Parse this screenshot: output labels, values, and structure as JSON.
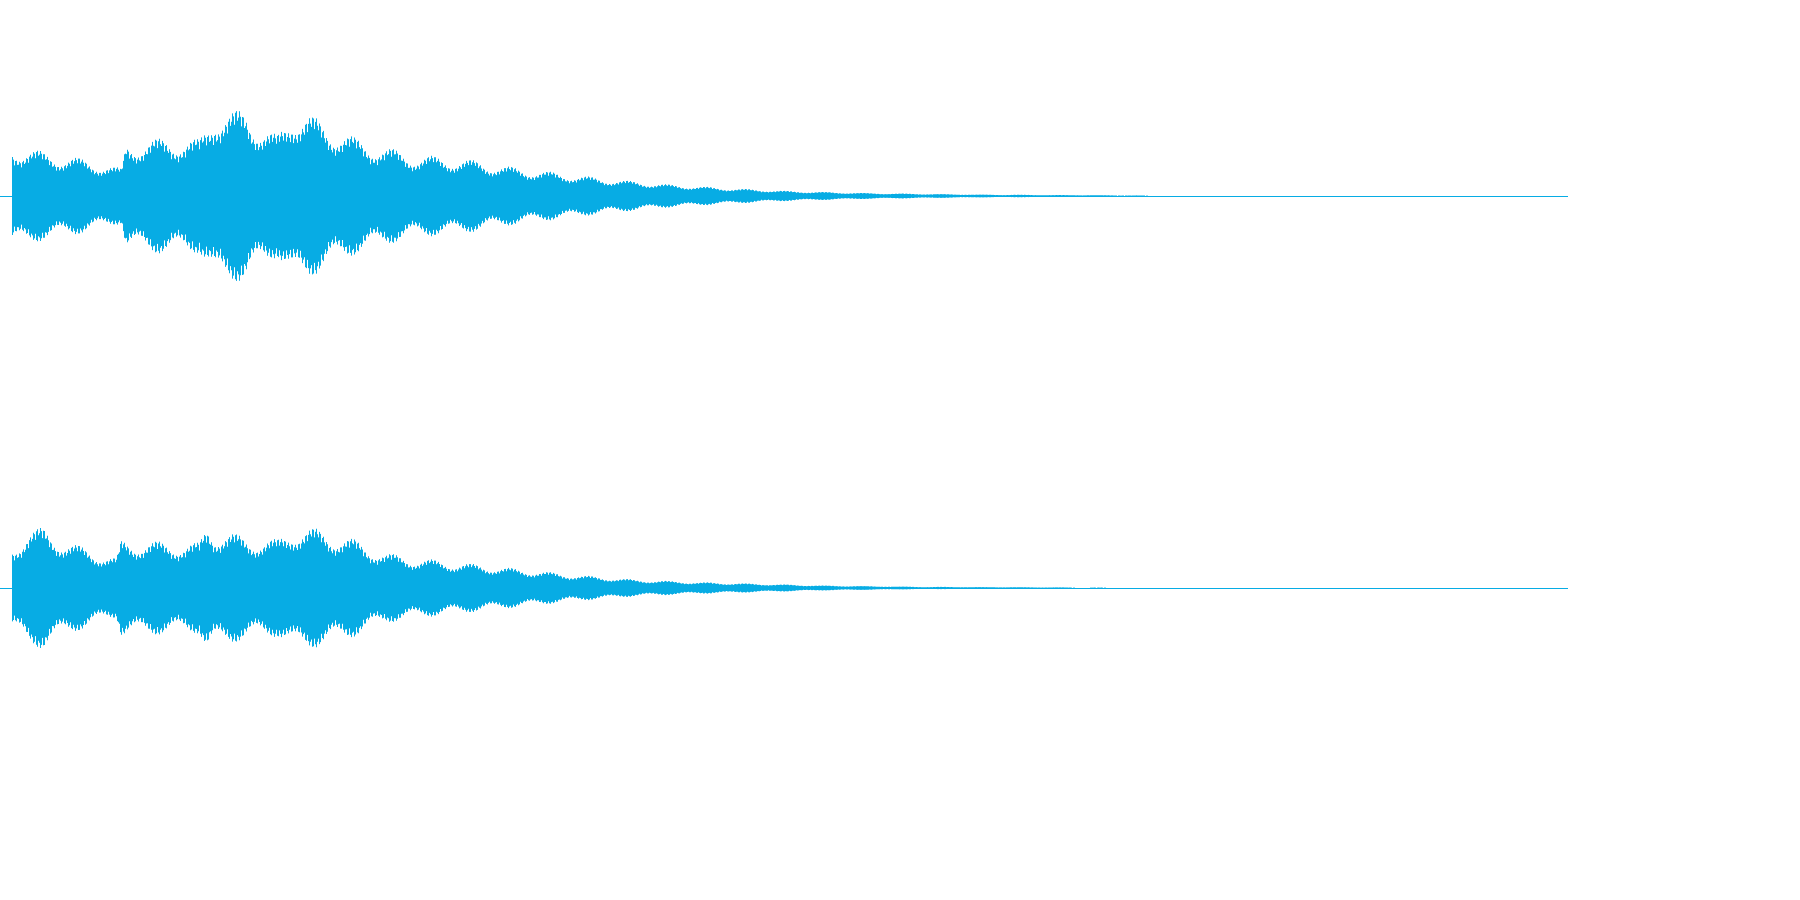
{
  "waveform": {
    "color": "#07ace4",
    "background": "#ffffff",
    "channels": [
      {
        "name": "",
        "envelope": [
          [
            0.0,
            0.5
          ],
          [
            0.01,
            0.5
          ],
          [
            0.02,
            0.45
          ],
          [
            0.04,
            0.4
          ],
          [
            0.05,
            0.36
          ],
          [
            0.06,
            0.33
          ],
          [
            0.07,
            0.28
          ],
          [
            0.073,
            0.55
          ],
          [
            0.08,
            0.56
          ],
          [
            0.1,
            0.6
          ],
          [
            0.12,
            0.58
          ],
          [
            0.13,
            0.9
          ],
          [
            0.14,
            0.86
          ],
          [
            0.15,
            0.9
          ],
          [
            0.16,
            0.72
          ],
          [
            0.17,
            0.62
          ],
          [
            0.18,
            0.9
          ],
          [
            0.19,
            0.84
          ],
          [
            0.2,
            0.76
          ],
          [
            0.22,
            0.6
          ],
          [
            0.24,
            0.5
          ],
          [
            0.26,
            0.42
          ],
          [
            0.28,
            0.4
          ],
          [
            0.3,
            0.36
          ],
          [
            0.32,
            0.3
          ],
          [
            0.35,
            0.24
          ],
          [
            0.38,
            0.18
          ],
          [
            0.42,
            0.12
          ],
          [
            0.46,
            0.08
          ],
          [
            0.5,
            0.05
          ],
          [
            0.55,
            0.03
          ],
          [
            0.62,
            0.015
          ],
          [
            0.7,
            0.008
          ],
          [
            0.75,
            0.003
          ],
          [
            1.0,
            0.0
          ]
        ]
      },
      {
        "name": "",
        "envelope": [
          [
            0.0,
            0.5
          ],
          [
            0.01,
            0.7
          ],
          [
            0.02,
            0.72
          ],
          [
            0.035,
            0.56
          ],
          [
            0.05,
            0.46
          ],
          [
            0.06,
            0.4
          ],
          [
            0.067,
            0.36
          ],
          [
            0.07,
            0.58
          ],
          [
            0.09,
            0.56
          ],
          [
            0.12,
            0.54
          ],
          [
            0.125,
            0.78
          ],
          [
            0.13,
            0.7
          ],
          [
            0.15,
            0.62
          ],
          [
            0.17,
            0.58
          ],
          [
            0.18,
            0.74
          ],
          [
            0.2,
            0.7
          ],
          [
            0.22,
            0.58
          ],
          [
            0.24,
            0.42
          ],
          [
            0.26,
            0.36
          ],
          [
            0.28,
            0.32
          ],
          [
            0.3,
            0.28
          ],
          [
            0.33,
            0.22
          ],
          [
            0.36,
            0.16
          ],
          [
            0.4,
            0.1
          ],
          [
            0.44,
            0.07
          ],
          [
            0.48,
            0.05
          ],
          [
            0.52,
            0.03
          ],
          [
            0.58,
            0.015
          ],
          [
            0.66,
            0.008
          ],
          [
            0.74,
            0.003
          ],
          [
            1.0,
            0.0
          ]
        ]
      }
    ]
  }
}
